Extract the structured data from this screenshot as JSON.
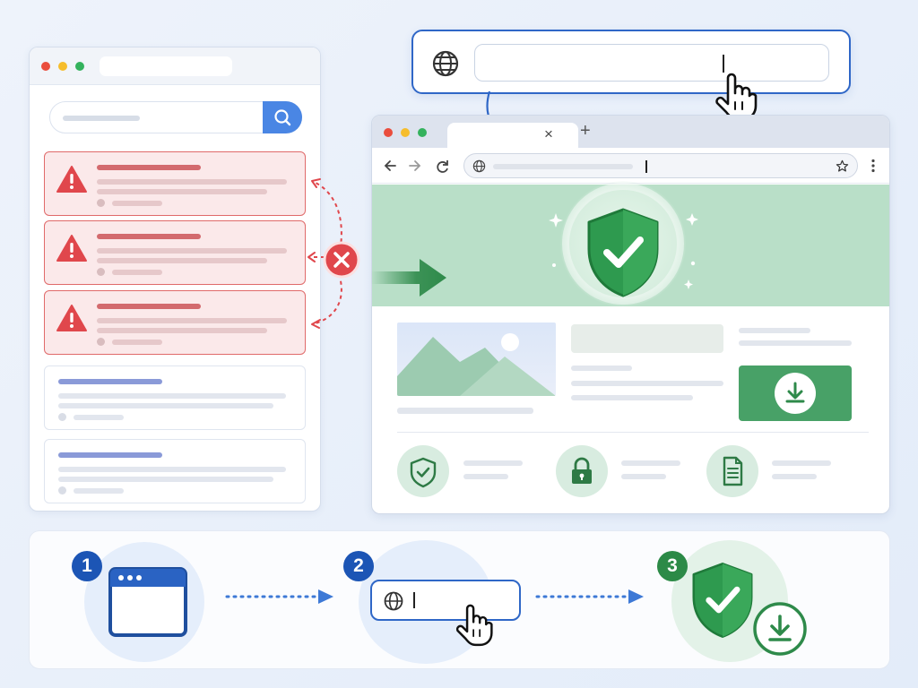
{
  "diagram": {
    "description_hidden": "",
    "steps": [
      {
        "number": "1",
        "icon": "browser-window-icon",
        "color": "#1c55b5"
      },
      {
        "number": "2",
        "icon": "url-bar-icon",
        "color": "#1c55b5"
      },
      {
        "number": "3",
        "icon": "shield-download-icon",
        "color": "#2c8a47"
      }
    ],
    "search_results": {
      "flagged_count": 3,
      "normal_count": 2,
      "flag_icon": "warning-triangle-icon",
      "reject_icon": "red-x-icon"
    },
    "browser": {
      "tab_close": "×",
      "new_tab": "+",
      "hero_icon": "green-shield-check-icon",
      "features": [
        "shield-check-icon",
        "lock-icon",
        "document-icon"
      ],
      "download_icon": "download-icon"
    },
    "colors": {
      "accent_blue": "#2f67c7",
      "danger_red": "#e0474c",
      "safe_green": "#2e9a4f",
      "hero_bg": "#b9dfc8"
    }
  }
}
